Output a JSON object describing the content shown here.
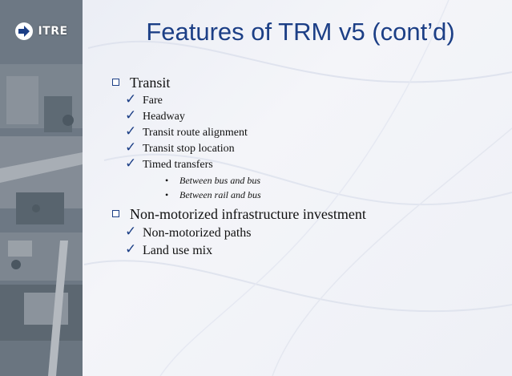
{
  "logo": {
    "text": "ITRE",
    "icon": "arrow-right-icon"
  },
  "title": "Features of TRM v5 (cont’d)",
  "colors": {
    "title": "#1c3f86",
    "checkmark": "#1c3f86"
  },
  "sections": [
    {
      "label": "Transit",
      "items": [
        {
          "label": "Fare"
        },
        {
          "label": "Headway"
        },
        {
          "label": "Transit route alignment"
        },
        {
          "label": "Transit stop location"
        },
        {
          "label": "Timed transfers"
        }
      ],
      "subitems": [
        "Between bus and bus",
        "Between rail and bus"
      ]
    },
    {
      "label": "Non-motorized infrastructure investment",
      "items": [
        {
          "label": "Non-motorized paths"
        },
        {
          "label": "Land use mix"
        }
      ]
    }
  ]
}
